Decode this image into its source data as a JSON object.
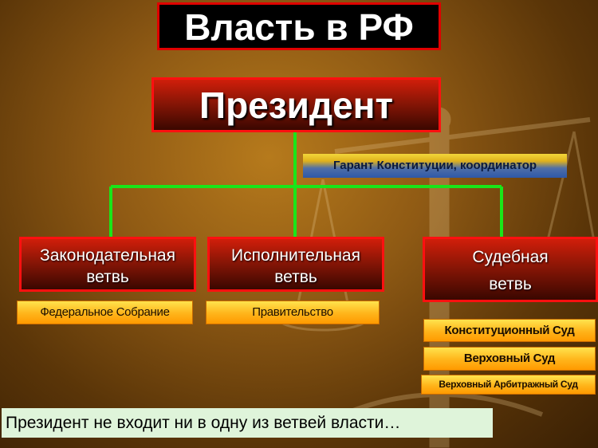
{
  "title": "Власть в РФ",
  "president": {
    "label": "Президент",
    "role": "Гарант Конституции, координатор"
  },
  "branches": [
    {
      "line1": "Законодательная",
      "line2": "ветвь",
      "body": "Федеральное Собрание"
    },
    {
      "line1": "Исполнительная",
      "line2": "ветвь",
      "body": "Правительство"
    },
    {
      "line1": "Судебная",
      "line2": "ветвь",
      "courts": [
        "Конституционный Суд",
        "Верховный Суд",
        "Верховный Арбитражный Суд"
      ]
    }
  ],
  "footer": "Президент не входит ни в одну из ветвей власти…",
  "colors": {
    "connector": "#19e619",
    "box_border": "#ff1010",
    "box_fill_dark": "#3a0700",
    "sub_fill": "#ffb41a",
    "footer_bg": "#dff4da"
  }
}
